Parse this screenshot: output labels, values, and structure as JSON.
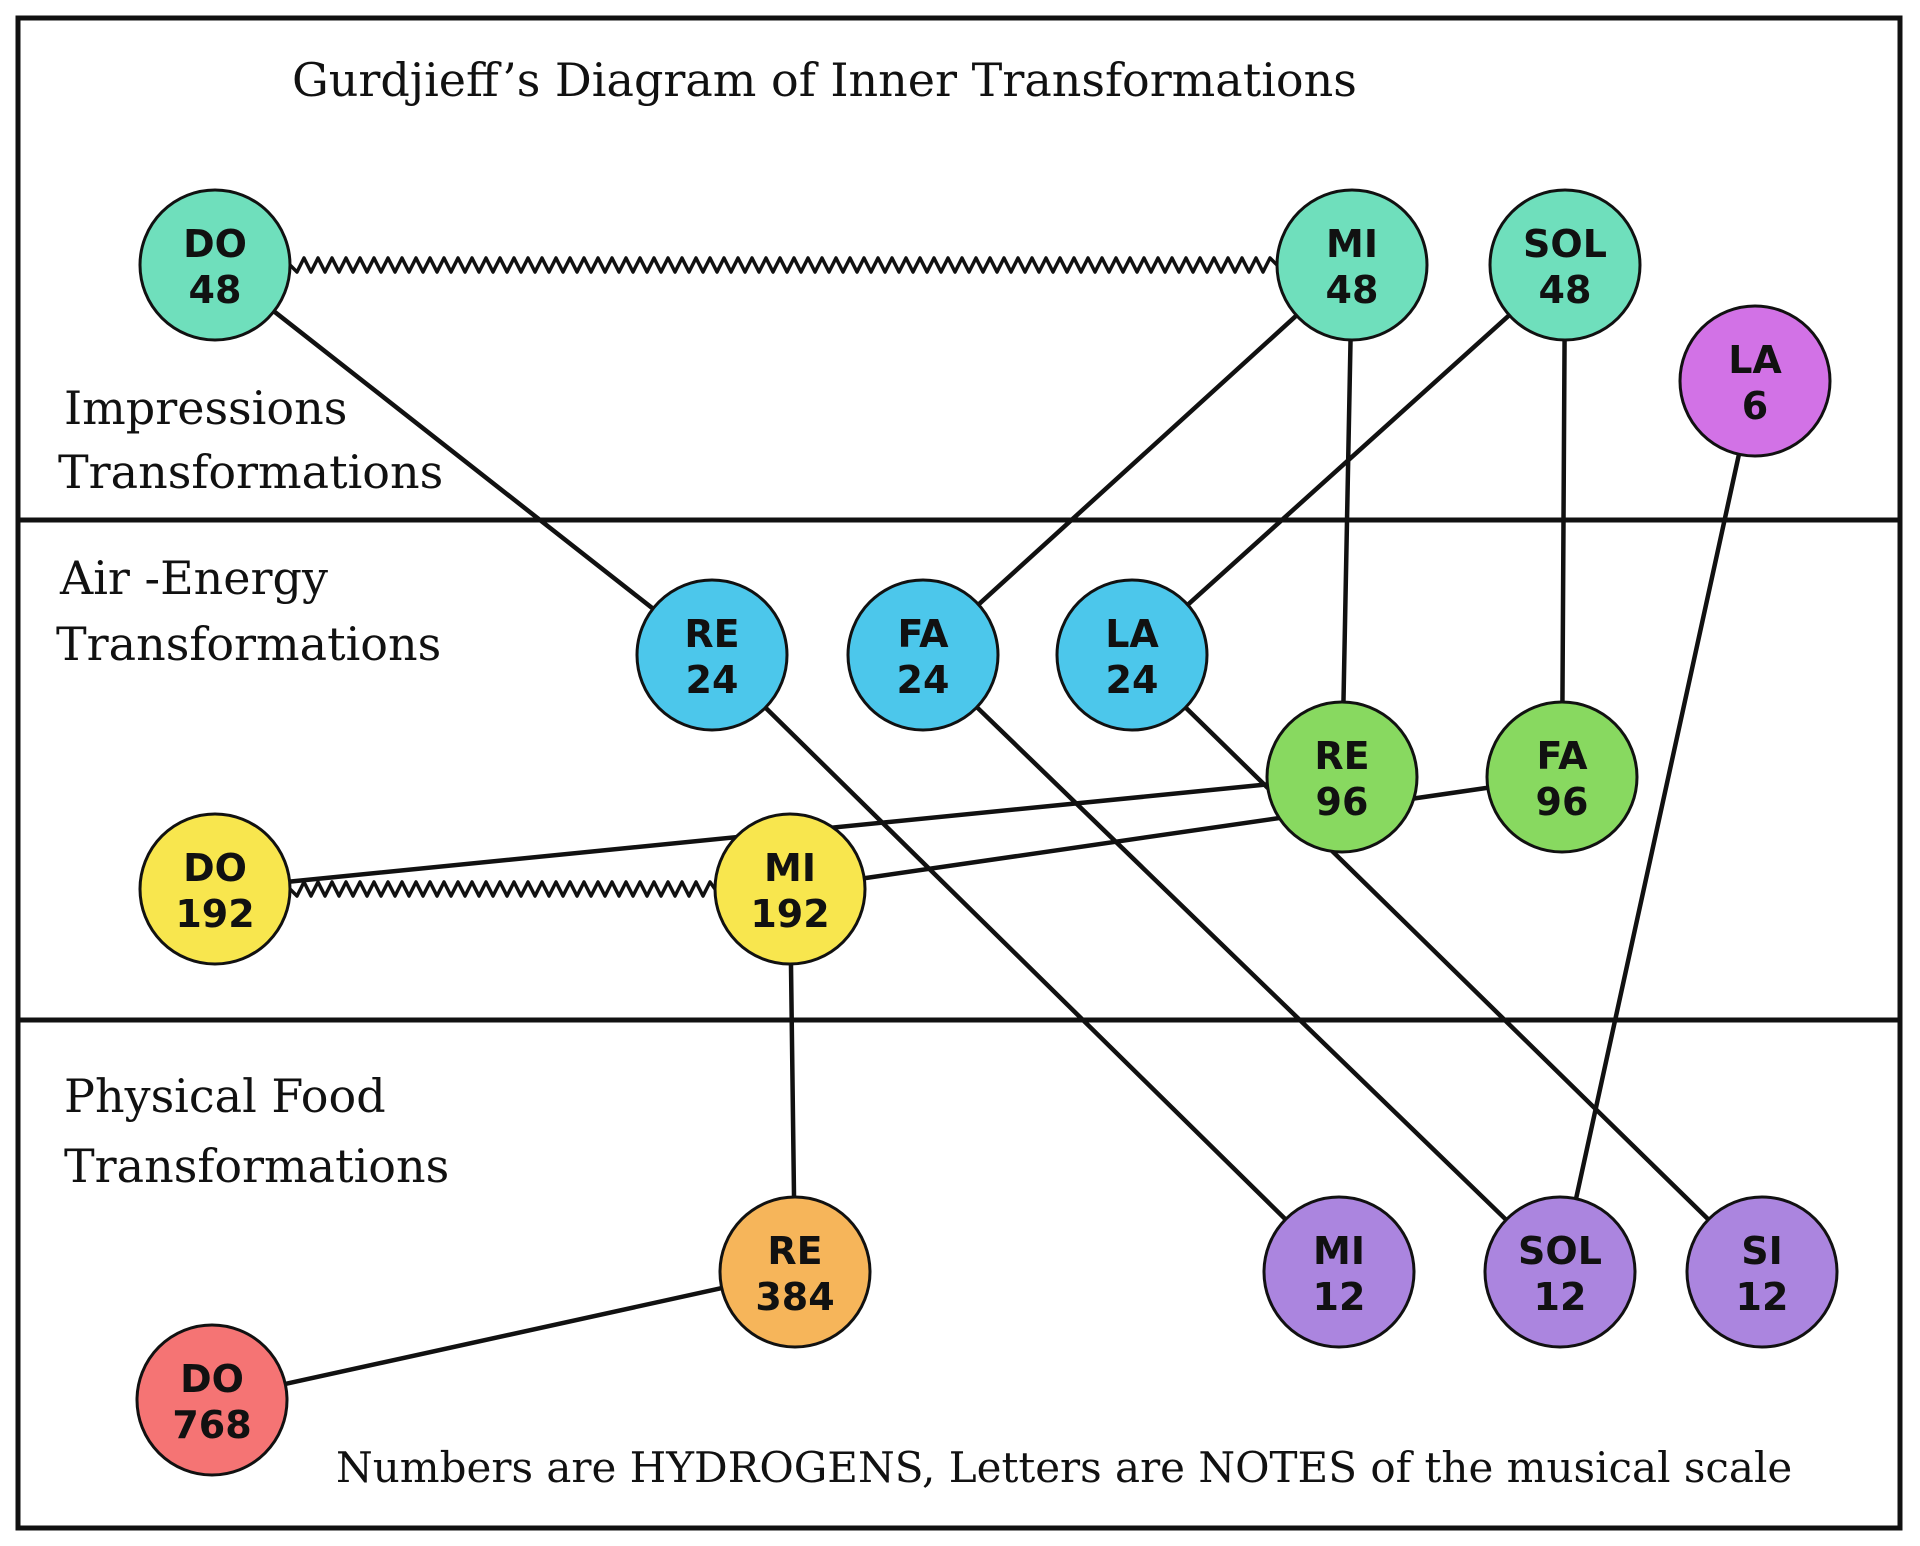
{
  "title": "Gurdjieff’s Diagram of Inner Transformations",
  "section_labels": {
    "impressions": [
      "Impressions",
      "Transformations"
    ],
    "air": [
      "Air -Energy",
      "Transformations"
    ],
    "food": [
      "Physical Food",
      "Transformations"
    ]
  },
  "footnote": "Numbers are HYDROGENS, Letters are NOTES of the musical scale",
  "colors": {
    "teal": "#6fdfbc",
    "magenta": "#d272e6",
    "blue": "#4cc7eb",
    "green": "#88d960",
    "yellow": "#f8e64e",
    "orange": "#f6b55a",
    "red": "#f57474",
    "purple": "#ab85df"
  },
  "nodes": [
    {
      "id": "imp-do",
      "note": "DO",
      "hydrogen": "48",
      "color": "teal"
    },
    {
      "id": "imp-mi",
      "note": "MI",
      "hydrogen": "48",
      "color": "teal"
    },
    {
      "id": "imp-sol",
      "note": "SOL",
      "hydrogen": "48",
      "color": "teal"
    },
    {
      "id": "imp-la",
      "note": "LA",
      "hydrogen": "6",
      "color": "magenta"
    },
    {
      "id": "air-re24",
      "note": "RE",
      "hydrogen": "24",
      "color": "blue"
    },
    {
      "id": "air-fa24",
      "note": "FA",
      "hydrogen": "24",
      "color": "blue"
    },
    {
      "id": "air-la24",
      "note": "LA",
      "hydrogen": "24",
      "color": "blue"
    },
    {
      "id": "air-re96",
      "note": "RE",
      "hydrogen": "96",
      "color": "green"
    },
    {
      "id": "air-fa96",
      "note": "FA",
      "hydrogen": "96",
      "color": "green"
    },
    {
      "id": "air-do",
      "note": "DO",
      "hydrogen": "192",
      "color": "yellow"
    },
    {
      "id": "air-mi",
      "note": "MI",
      "hydrogen": "192",
      "color": "yellow"
    },
    {
      "id": "food-re",
      "note": "RE",
      "hydrogen": "384",
      "color": "orange"
    },
    {
      "id": "food-do",
      "note": "DO",
      "hydrogen": "768",
      "color": "red"
    },
    {
      "id": "food-mi",
      "note": "MI",
      "hydrogen": "12",
      "color": "purple"
    },
    {
      "id": "food-sol",
      "note": "SOL",
      "hydrogen": "12",
      "color": "purple"
    },
    {
      "id": "food-si",
      "note": "SI",
      "hydrogen": "12",
      "color": "purple"
    }
  ],
  "links": [
    {
      "from": "imp-do",
      "to": "imp-mi",
      "style": "spring"
    },
    {
      "from": "air-do",
      "to": "air-mi",
      "style": "spring"
    },
    {
      "from": "imp-do",
      "to": "air-re24",
      "style": "line"
    },
    {
      "from": "imp-mi",
      "to": "air-fa24",
      "style": "line"
    },
    {
      "from": "imp-mi",
      "to": "air-re96",
      "style": "line"
    },
    {
      "from": "imp-sol",
      "to": "air-la24",
      "style": "line"
    },
    {
      "from": "imp-sol",
      "to": "air-fa96",
      "style": "line"
    },
    {
      "from": "imp-la",
      "to": "food-sol",
      "style": "line"
    },
    {
      "from": "air-re96",
      "to": "air-do",
      "style": "line"
    },
    {
      "from": "air-fa96",
      "to": "air-mi",
      "style": "line"
    },
    {
      "from": "air-re24",
      "to": "food-mi",
      "style": "line"
    },
    {
      "from": "air-fa24",
      "to": "food-sol",
      "style": "line"
    },
    {
      "from": "air-la24",
      "to": "food-si",
      "style": "line"
    },
    {
      "from": "air-mi",
      "to": "food-re",
      "style": "line"
    },
    {
      "from": "food-re",
      "to": "food-do",
      "style": "line"
    }
  ]
}
